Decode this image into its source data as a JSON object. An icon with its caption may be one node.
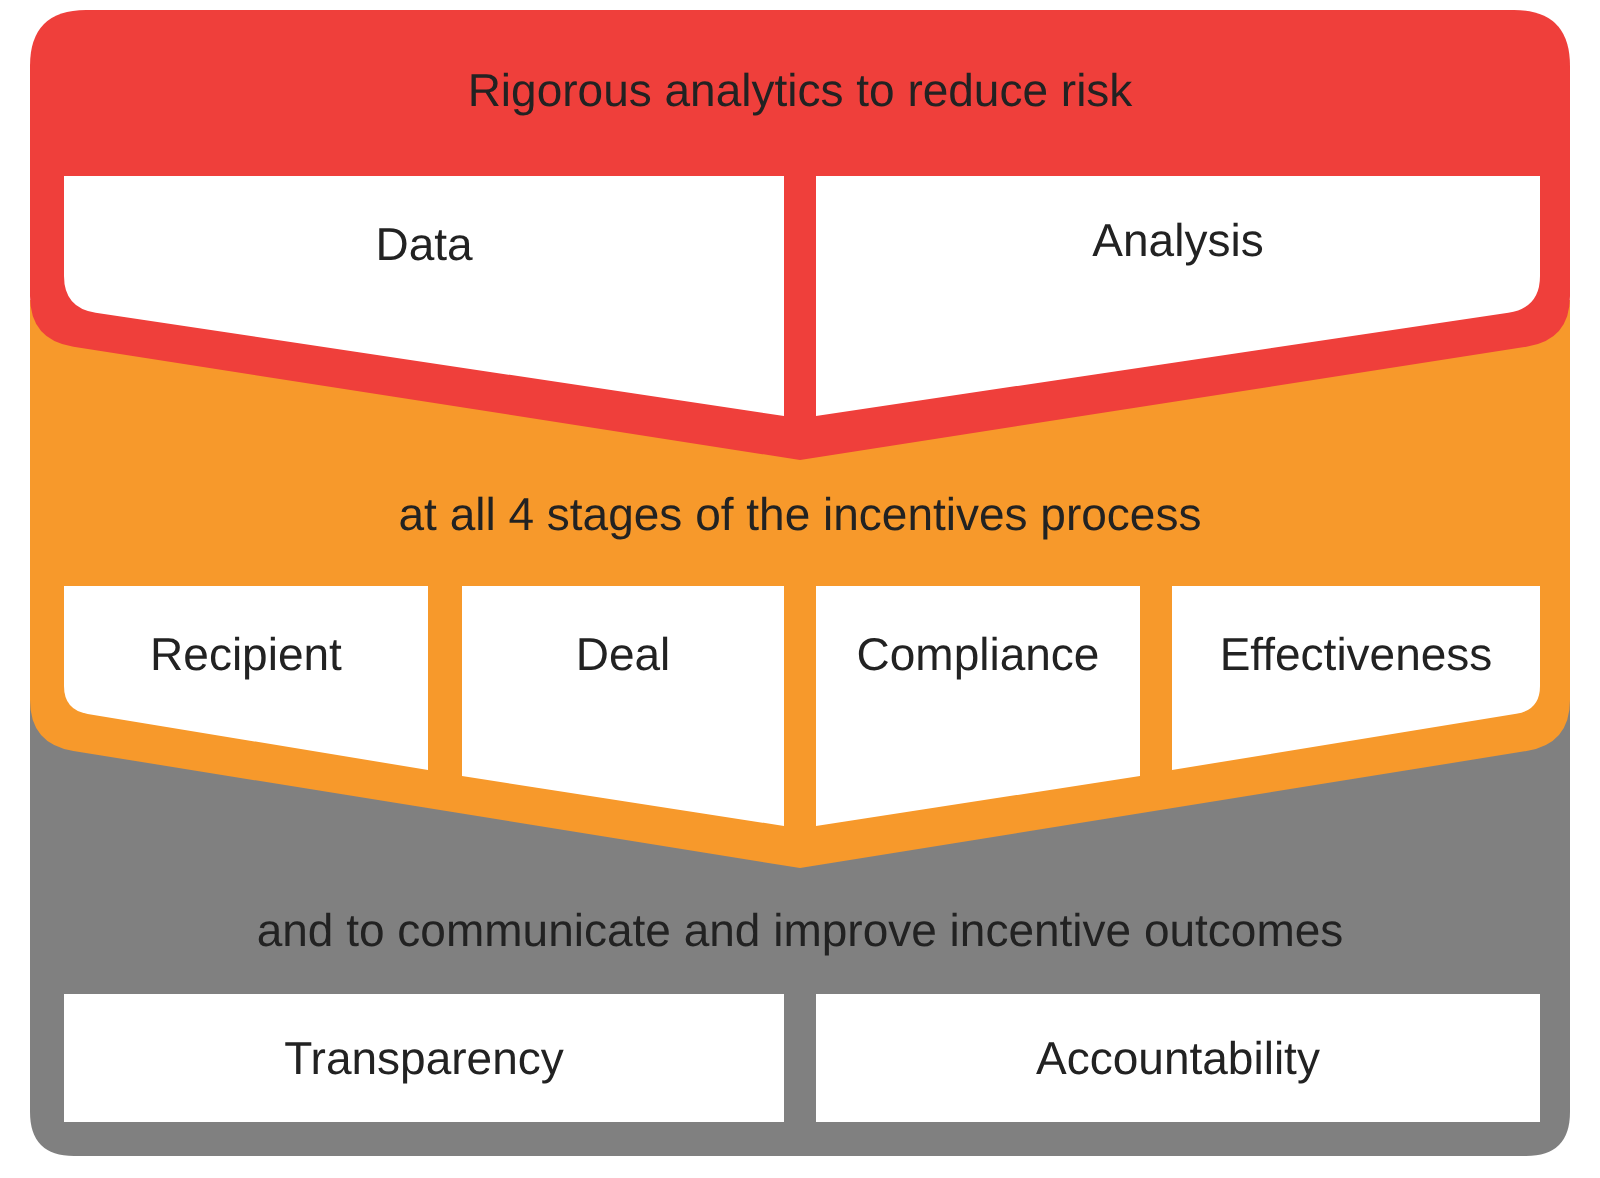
{
  "diagram": {
    "nodes": [
      {
        "text": [
          "Rigorous analytics to reduce risk"
        ]
      },
      {
        "text": [
          "Data"
        ],
        "in": 0
      },
      {
        "text": [
          "Analysis"
        ],
        "in": 0
      },
      {
        "text": [
          "at all 4 stages of the incentives process"
        ]
      },
      {
        "text": [
          "Recipient"
        ],
        "in": 3
      },
      {
        "text": [
          "Deal"
        ],
        "in": 3
      },
      {
        "text": [
          "Compliance"
        ],
        "in": 3
      },
      {
        "text": [
          "Effectiveness"
        ],
        "in": 3
      },
      {
        "text": [
          "and to communicate and improve incentive outcomes"
        ]
      },
      {
        "text": [
          "Transparency"
        ],
        "in": 8
      },
      {
        "text": [
          "Accountability"
        ],
        "in": 8
      }
    ]
  }
}
